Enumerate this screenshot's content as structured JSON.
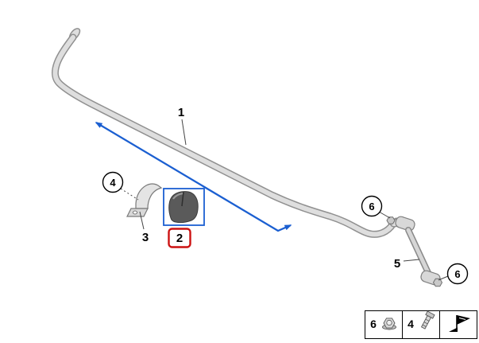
{
  "diagram": {
    "callouts": {
      "c1": "1",
      "c2": "2",
      "c3": "3",
      "c4": "4",
      "c5": "5",
      "c6_upper": "6",
      "c6_lower": "6"
    },
    "legend": {
      "nut_label": "6",
      "screw_label": "4"
    },
    "colors": {
      "highlight": "#cc1111",
      "arrow": "#1b5fd1"
    }
  }
}
